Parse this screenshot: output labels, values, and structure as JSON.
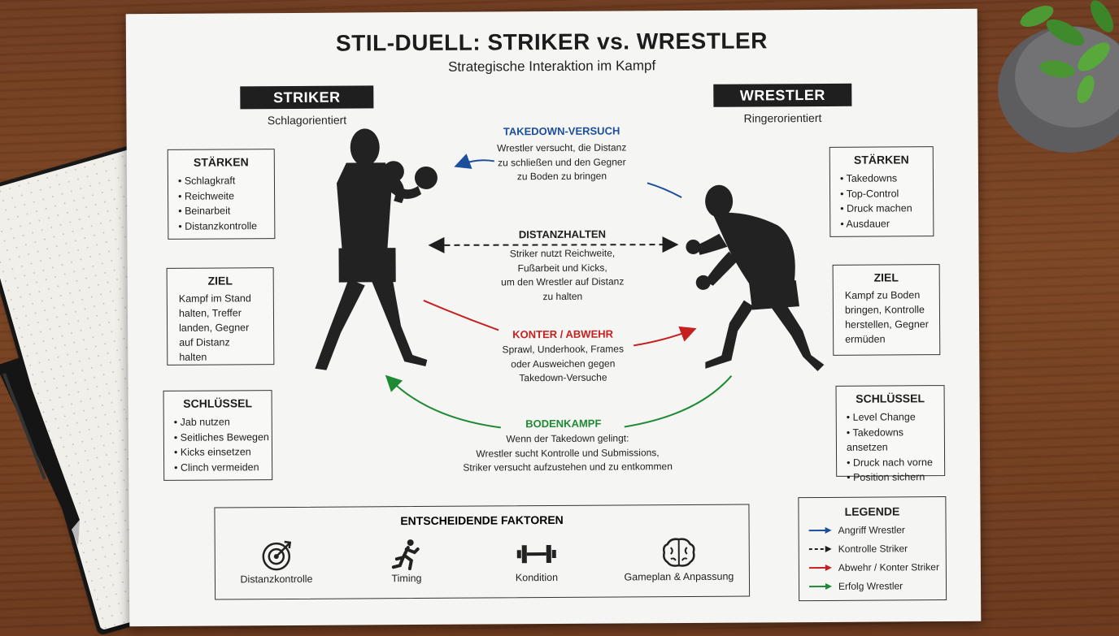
{
  "header": {
    "title": "STIL-DUELL: STRIKER vs. WRESTLER",
    "subtitle": "Strategische Interaktion im Kampf"
  },
  "striker": {
    "badge": "STRIKER",
    "role": "Schlagorientiert",
    "staerken": {
      "title": "STÄRKEN",
      "items": [
        "Schlagkraft",
        "Reichweite",
        "Beinarbeit",
        "Distanzkontrolle"
      ]
    },
    "ziel": {
      "title": "ZIEL",
      "lines": [
        "Kampf im Stand",
        "halten, Treffer",
        "landen, Gegner",
        "auf Distanz",
        "halten"
      ]
    },
    "schluessel": {
      "title": "SCHLÜSSEL",
      "items": [
        "Jab nutzen",
        "Seitliches Bewegen",
        "Kicks einsetzen",
        "Clinch vermeiden"
      ]
    }
  },
  "wrestler": {
    "badge": "WRESTLER",
    "role": "Ringerorientiert",
    "staerken": {
      "title": "STÄRKEN",
      "items": [
        "Takedowns",
        "Top-Control",
        "Druck machen",
        "Ausdauer"
      ]
    },
    "ziel": {
      "title": "ZIEL",
      "lines": [
        "Kampf zu Boden",
        "bringen, Kontrolle",
        "herstellen, Gegner",
        "ermüden"
      ]
    },
    "schluessel": {
      "title": "SCHLÜSSEL",
      "items": [
        "Level Change",
        "Takedowns ansetzen",
        "Druck nach vorne",
        "Position sichern"
      ]
    }
  },
  "interactions": {
    "takedown": {
      "title": "TAKEDOWN-VERSUCH",
      "lines": [
        "Wrestler versucht, die Distanz",
        "zu schließen und den Gegner",
        "zu Boden zu bringen"
      ],
      "color": "#1b4f9c"
    },
    "distanz": {
      "title": "DISTANZHALTEN",
      "lines": [
        "Striker nutzt Reichweite,",
        "Fußarbeit und Kicks,",
        "um den Wrestler auf Distanz",
        "zu halten"
      ],
      "color": "#1e1e1e"
    },
    "konter": {
      "title": "KONTER / ABWEHR",
      "lines": [
        "Sprawl, Underhook, Frames",
        "oder Ausweichen gegen",
        "Takedown-Versuche"
      ],
      "color": "#c62020"
    },
    "boden": {
      "title": "BODENKAMPF",
      "lines": [
        "Wenn der Takedown gelingt:",
        "Wrestler sucht Kontrolle und Submissions,",
        "Striker versucht aufzustehen und zu entkommen"
      ],
      "color": "#1f8a34"
    }
  },
  "factors": {
    "title": "ENTSCHEIDENDE FAKTOREN",
    "items": [
      {
        "label": "Distanzkontrolle",
        "icon": "target-icon"
      },
      {
        "label": "Timing",
        "icon": "running-person-icon"
      },
      {
        "label": "Kondition",
        "icon": "dumbbell-icon"
      },
      {
        "label": "Gameplan & Anpassung",
        "icon": "brain-icon"
      }
    ]
  },
  "legend": {
    "title": "LEGENDE",
    "items": [
      {
        "label": "Angriff Wrestler",
        "color": "#1b4f9c",
        "style": "solid"
      },
      {
        "label": "Kontrolle Striker",
        "color": "#1e1e1e",
        "style": "dashed"
      },
      {
        "label": "Abwehr / Konter Striker",
        "color": "#c62020",
        "style": "solid"
      },
      {
        "label": "Erfolg Wrestler",
        "color": "#1f8a34",
        "style": "solid"
      }
    ]
  }
}
